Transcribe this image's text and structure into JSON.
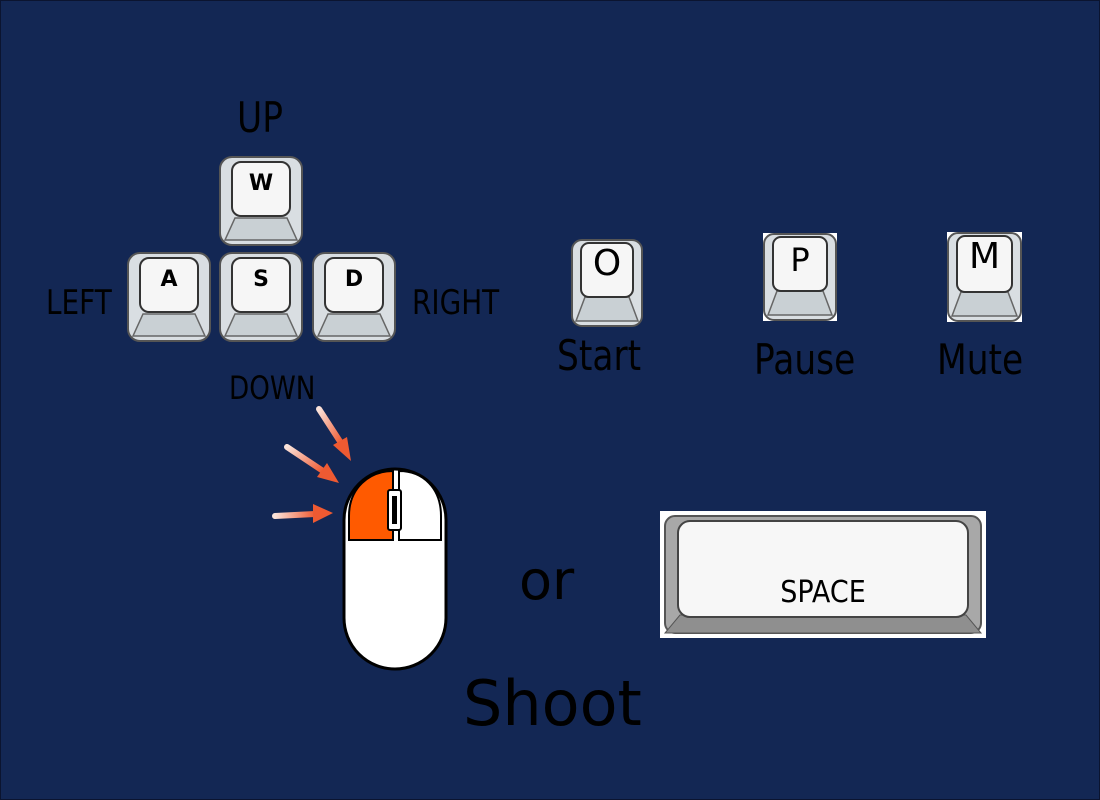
{
  "movement": {
    "up_label": "UP",
    "left_label": "LEFT",
    "right_label": "RIGHT",
    "down_label": "DOWN",
    "keys": {
      "w": "W",
      "a": "A",
      "s": "S",
      "d": "D"
    }
  },
  "controls": {
    "start": {
      "key": "O",
      "label": "Start"
    },
    "pause": {
      "key": "P",
      "label": "Pause"
    },
    "mute": {
      "key": "M",
      "label": "Mute"
    }
  },
  "shoot": {
    "or_label": "or",
    "space_key_label": "SPACE",
    "action_label": "Shoot"
  },
  "colors": {
    "background": "#132754",
    "mouse_left_button": "#ff5a00",
    "arrow": "#f26a43"
  },
  "icons": [
    "mouse-icon",
    "click-arrow-icon"
  ]
}
